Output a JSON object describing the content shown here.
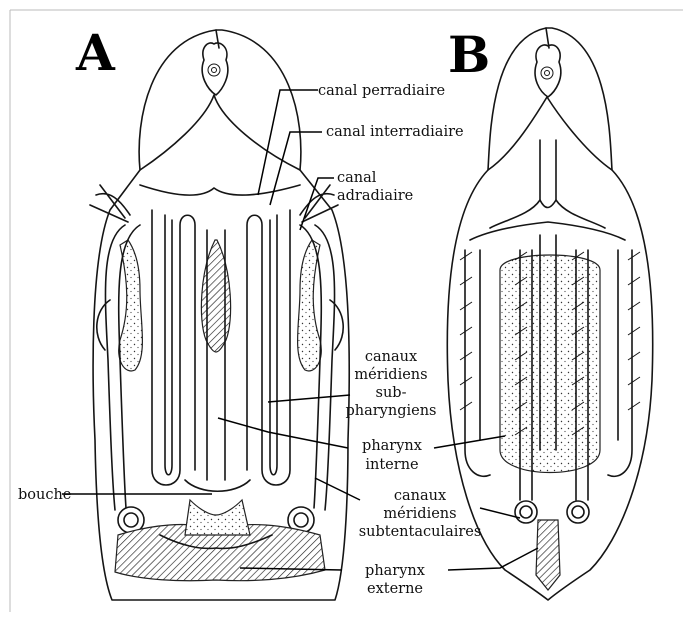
{
  "panels": {
    "a": {
      "letter": "A"
    },
    "b": {
      "letter": "B"
    }
  },
  "labels": {
    "canal_perradiaire": "canal perradiaire",
    "canal_interradiaire": "canal interradiaire",
    "canal_adradiaire": [
      "canal",
      "adradiaire"
    ],
    "canaux_subpharyngiens": [
      "canaux",
      "méridiens",
      "sub-",
      "pharyngiens"
    ],
    "pharynx_interne": [
      "pharynx",
      "interne"
    ],
    "bouche": "bouche",
    "canaux_subtentaculaires": [
      "canaux",
      "méridiens",
      "subtentaculaires"
    ],
    "pharynx_externe": [
      "pharynx",
      "externe"
    ]
  }
}
